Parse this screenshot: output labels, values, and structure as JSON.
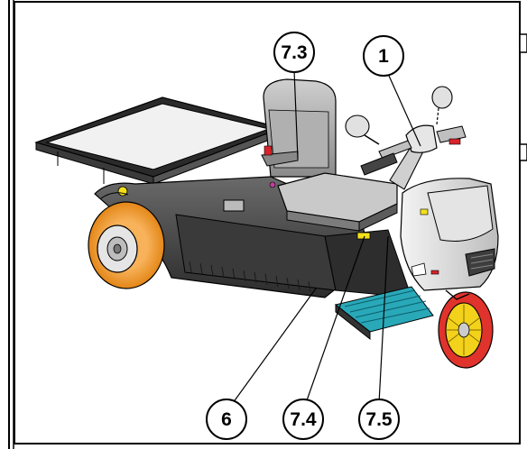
{
  "figure": {
    "colors": {
      "background": "#ffffff",
      "frame": "#000000",
      "line": "#000000",
      "tire_rear": "#f29a2e",
      "tire_front": "#e0332c",
      "rim_front": "#f2d21b",
      "floor_mat": "#29a8b8",
      "accent_yellow": "#f4e01a",
      "accent_red": "#d8232a",
      "body_dark": "#3c3c3c",
      "body_mid": "#7d7d7d",
      "body_light": "#d9d9d9"
    },
    "callouts": [
      {
        "id": "c73",
        "label": "7.3"
      },
      {
        "id": "c1",
        "label": "1"
      },
      {
        "id": "c6",
        "label": "6"
      },
      {
        "id": "c74",
        "label": "7.4"
      },
      {
        "id": "c75",
        "label": "7.5"
      }
    ]
  }
}
